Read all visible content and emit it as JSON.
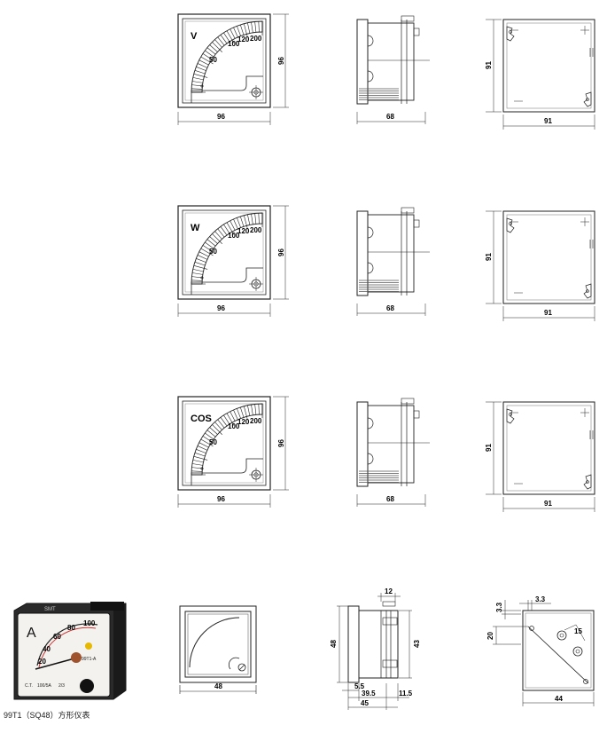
{
  "colors": {
    "line": "#222222",
    "grey": "#888888",
    "photo_body": "#2a2a2a",
    "photo_face": "#f3f2ee"
  },
  "meters": [
    {
      "unit": "V",
      "scale": [
        "50",
        "100",
        "120",
        "200"
      ],
      "width_label": "96",
      "height_label": "96",
      "side_label": "68",
      "back_width_label": "91",
      "back_height_label": "91"
    },
    {
      "unit": "W",
      "scale": [
        "50",
        "100",
        "120",
        "200"
      ],
      "width_label": "96",
      "height_label": "96",
      "side_label": "68",
      "back_width_label": "91",
      "back_height_label": "91"
    },
    {
      "unit": "COS",
      "scale": [
        "50",
        "100",
        "120",
        "200"
      ],
      "width_label": "96",
      "height_label": "96",
      "side_label": "68",
      "back_width_label": "91",
      "back_height_label": "91"
    }
  ],
  "small_meter": {
    "front_width_label": "48",
    "side": {
      "top_label": "12",
      "height_outer_label": "48",
      "height_inner_label": "43",
      "d1_label": "5.5",
      "d2_label": "39.5",
      "d3_label": "11.5",
      "d4_label": "45"
    },
    "back": {
      "d1_label": "3.3",
      "d2_label": "3.3",
      "d3_label": "20",
      "d4_label": "15",
      "width_label": "44"
    }
  },
  "photo": {
    "unit": "A",
    "scale": [
      "20",
      "40",
      "60",
      "80",
      "100"
    ],
    "brand": "SMT",
    "marks": [
      "C.T.",
      "100/5A",
      "2/3",
      "99T1-A"
    ]
  },
  "caption": "99T1（SQ48）方形仪表"
}
